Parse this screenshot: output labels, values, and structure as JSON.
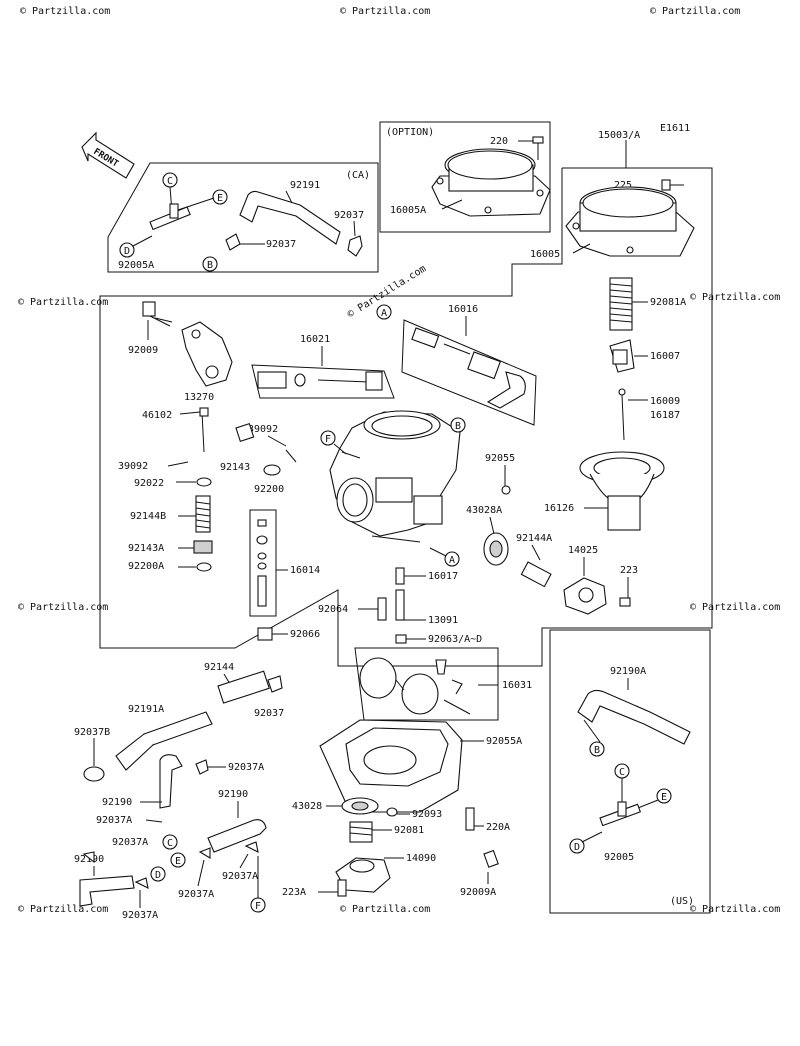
{
  "diagram_code": "E1611",
  "front_label": "FRONT",
  "watermark": {
    "center": "© Partzilla.com",
    "repeat": "© Partzilla.com"
  },
  "boxes": {
    "option": "(OPTION)",
    "ca": "(CA)",
    "us": "(US)"
  },
  "connectors": [
    "A",
    "B",
    "C",
    "D",
    "E",
    "F"
  ],
  "part_numbers": {
    "p220": "220",
    "p15003a": "15003/A",
    "p225": "225",
    "p16005a": "16005A",
    "p16005": "16005",
    "p92081a": "92081A",
    "p16007": "16007",
    "p16009": "16009",
    "p16187": "16187",
    "p16126": "16126",
    "p92191": "92191",
    "p92037_ca1": "92037",
    "p92037_ca2": "92037",
    "p92005a": "92005A",
    "p92009": "92009",
    "p13270": "13270",
    "p16021": "16021",
    "p16016": "16016",
    "p46102": "46102",
    "p39092a": "39092",
    "p39092b": "39092",
    "p92143": "92143",
    "p92022": "92022",
    "p92200": "92200",
    "p92055": "92055",
    "p43028a": "43028A",
    "p92144b": "92144B",
    "p92143a": "92143A",
    "p92200a": "92200A",
    "p16014": "16014",
    "p92144a": "92144A",
    "p14025": "14025",
    "p223": "223",
    "p16017": "16017",
    "p92064": "92064",
    "p13091": "13091",
    "p92066": "92066",
    "p92063": "92063/A~D",
    "p16031": "16031",
    "p92144": "92144",
    "p92037_mid": "92037",
    "p92191a": "92191A",
    "p92037b": "92037B",
    "p92055a": "92055A",
    "p92037a_1": "92037A",
    "p92190_1": "92190",
    "p92190_2": "92190",
    "p92037a_2": "92037A",
    "p92037a_3": "92037A",
    "p92190_3": "92190",
    "p92037a_4": "92037A",
    "p92037a_5": "92037A",
    "p92037a_6": "92037A",
    "p43028": "43028",
    "p92093": "92093",
    "p220a": "220A",
    "p92081": "92081",
    "p14090": "14090",
    "p223a": "223A",
    "p92009a": "92009A",
    "p92190a": "92190A",
    "p92005": "92005"
  }
}
